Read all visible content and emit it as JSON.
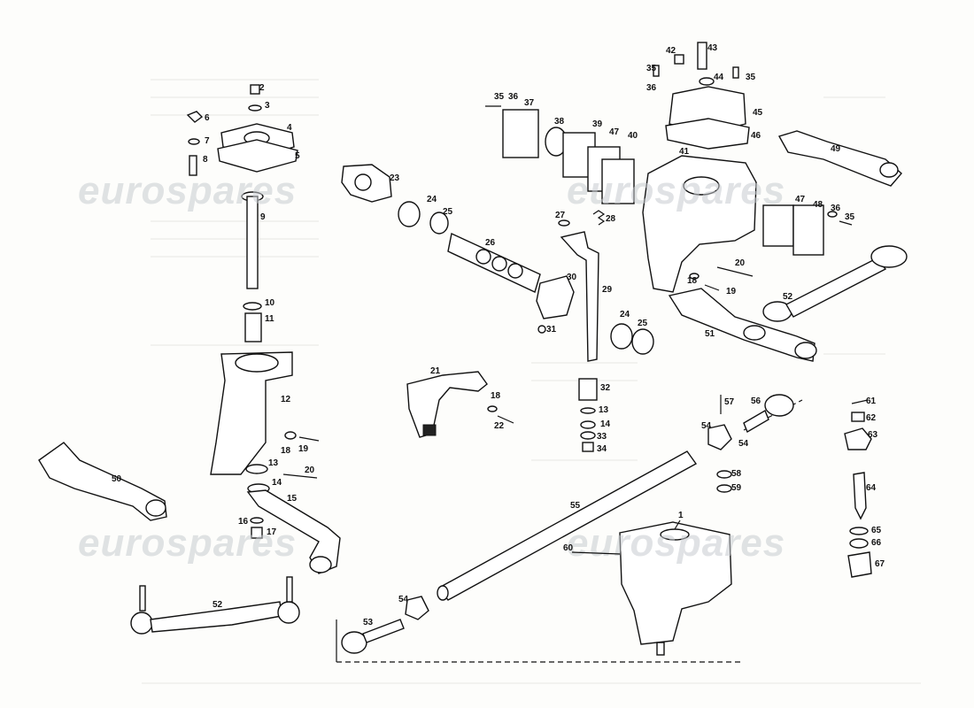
{
  "watermarks": [
    "eurospares",
    "eurospares",
    "eurospares",
    "eurospares"
  ],
  "callouts": [
    "1",
    "2",
    "3",
    "4",
    "5",
    "6",
    "7",
    "8",
    "9",
    "10",
    "11",
    "12",
    "13",
    "14",
    "15",
    "16",
    "17",
    "18",
    "19",
    "20",
    "21",
    "22",
    "23",
    "24",
    "25",
    "26",
    "27",
    "28",
    "29",
    "30",
    "31",
    "32",
    "33",
    "34",
    "35",
    "36",
    "37",
    "38",
    "39",
    "40",
    "41",
    "42",
    "43",
    "44",
    "45",
    "46",
    "47",
    "48",
    "49",
    "50",
    "51",
    "52",
    "53",
    "54",
    "55",
    "56",
    "57",
    "58",
    "59",
    "60",
    "61",
    "62",
    "63",
    "64",
    "65",
    "66",
    "67"
  ]
}
